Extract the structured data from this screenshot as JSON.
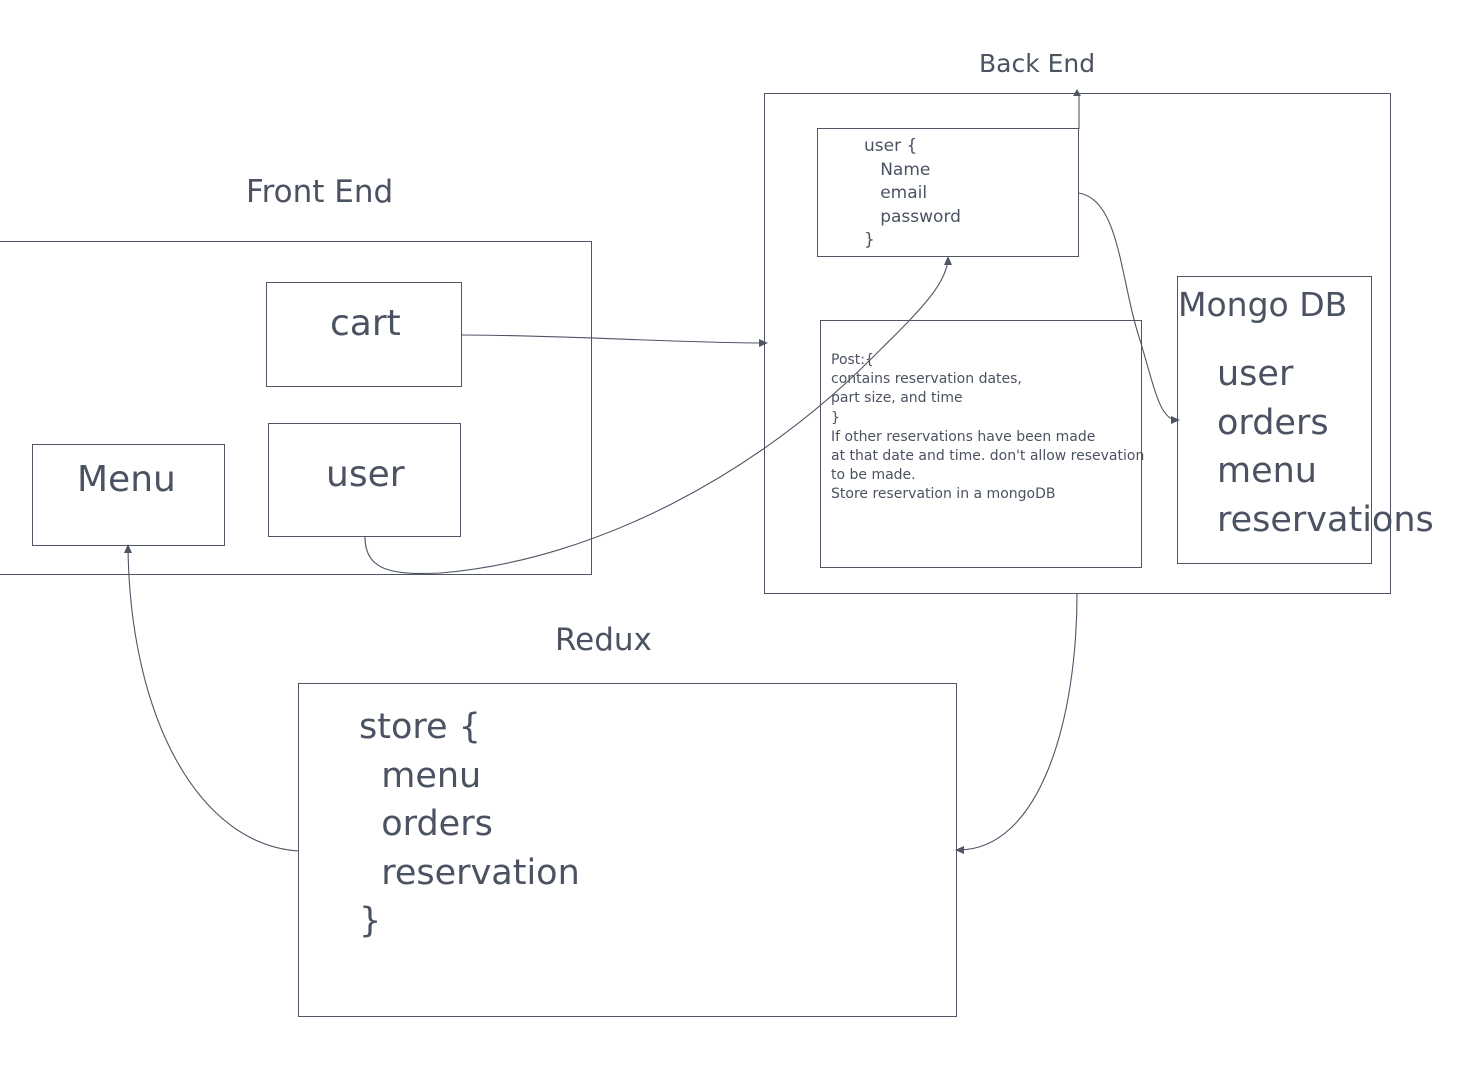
{
  "front_end": {
    "title": "Front End",
    "cart_label": "cart",
    "user_label": "user",
    "menu_label": "Menu"
  },
  "back_end": {
    "title": "Back End",
    "user_schema_text": "user {\n   Name\n   email\n   password\n}",
    "post_text": "Post:{\ncontains reservation dates,\npart size, and time\n}\nIf other reservations have been made\nat that date and time. don't allow resevation\nto be made.\nStore reservation in a mongoDB",
    "mongo": {
      "title": "Mongo DB",
      "collections_text": "user\norders\nmenu\nreservations"
    }
  },
  "redux": {
    "title": "Redux",
    "store_text": "store {\n  menu\n  orders\n  reservation\n}"
  },
  "colors": {
    "stroke": "#4f5565",
    "text": "#4b5262",
    "background": "#ffffff"
  }
}
